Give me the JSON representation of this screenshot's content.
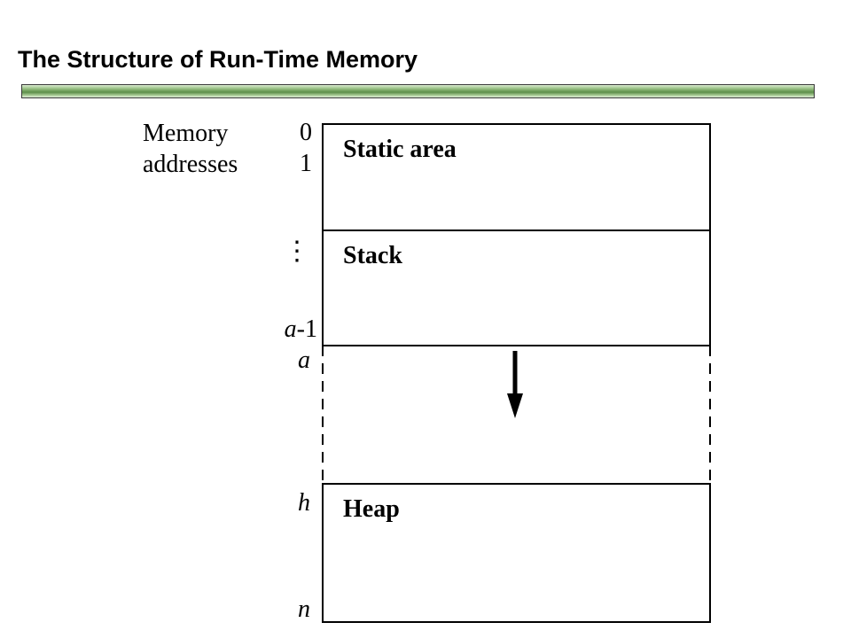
{
  "slide": {
    "title": "The Structure of Run-Time Memory",
    "title_bar_color": "#6f9f5a"
  },
  "diagram": {
    "axis_label_line1": "Memory",
    "axis_label_line2": "addresses",
    "addresses": {
      "zero": "0",
      "one": "1",
      "ellipsis": "⋮",
      "a_minus_1": "a-1",
      "a": "a",
      "h": "h",
      "n": "n"
    },
    "regions": {
      "static": "Static area",
      "stack": "Stack",
      "heap": "Heap"
    },
    "arrow_direction": "down"
  }
}
